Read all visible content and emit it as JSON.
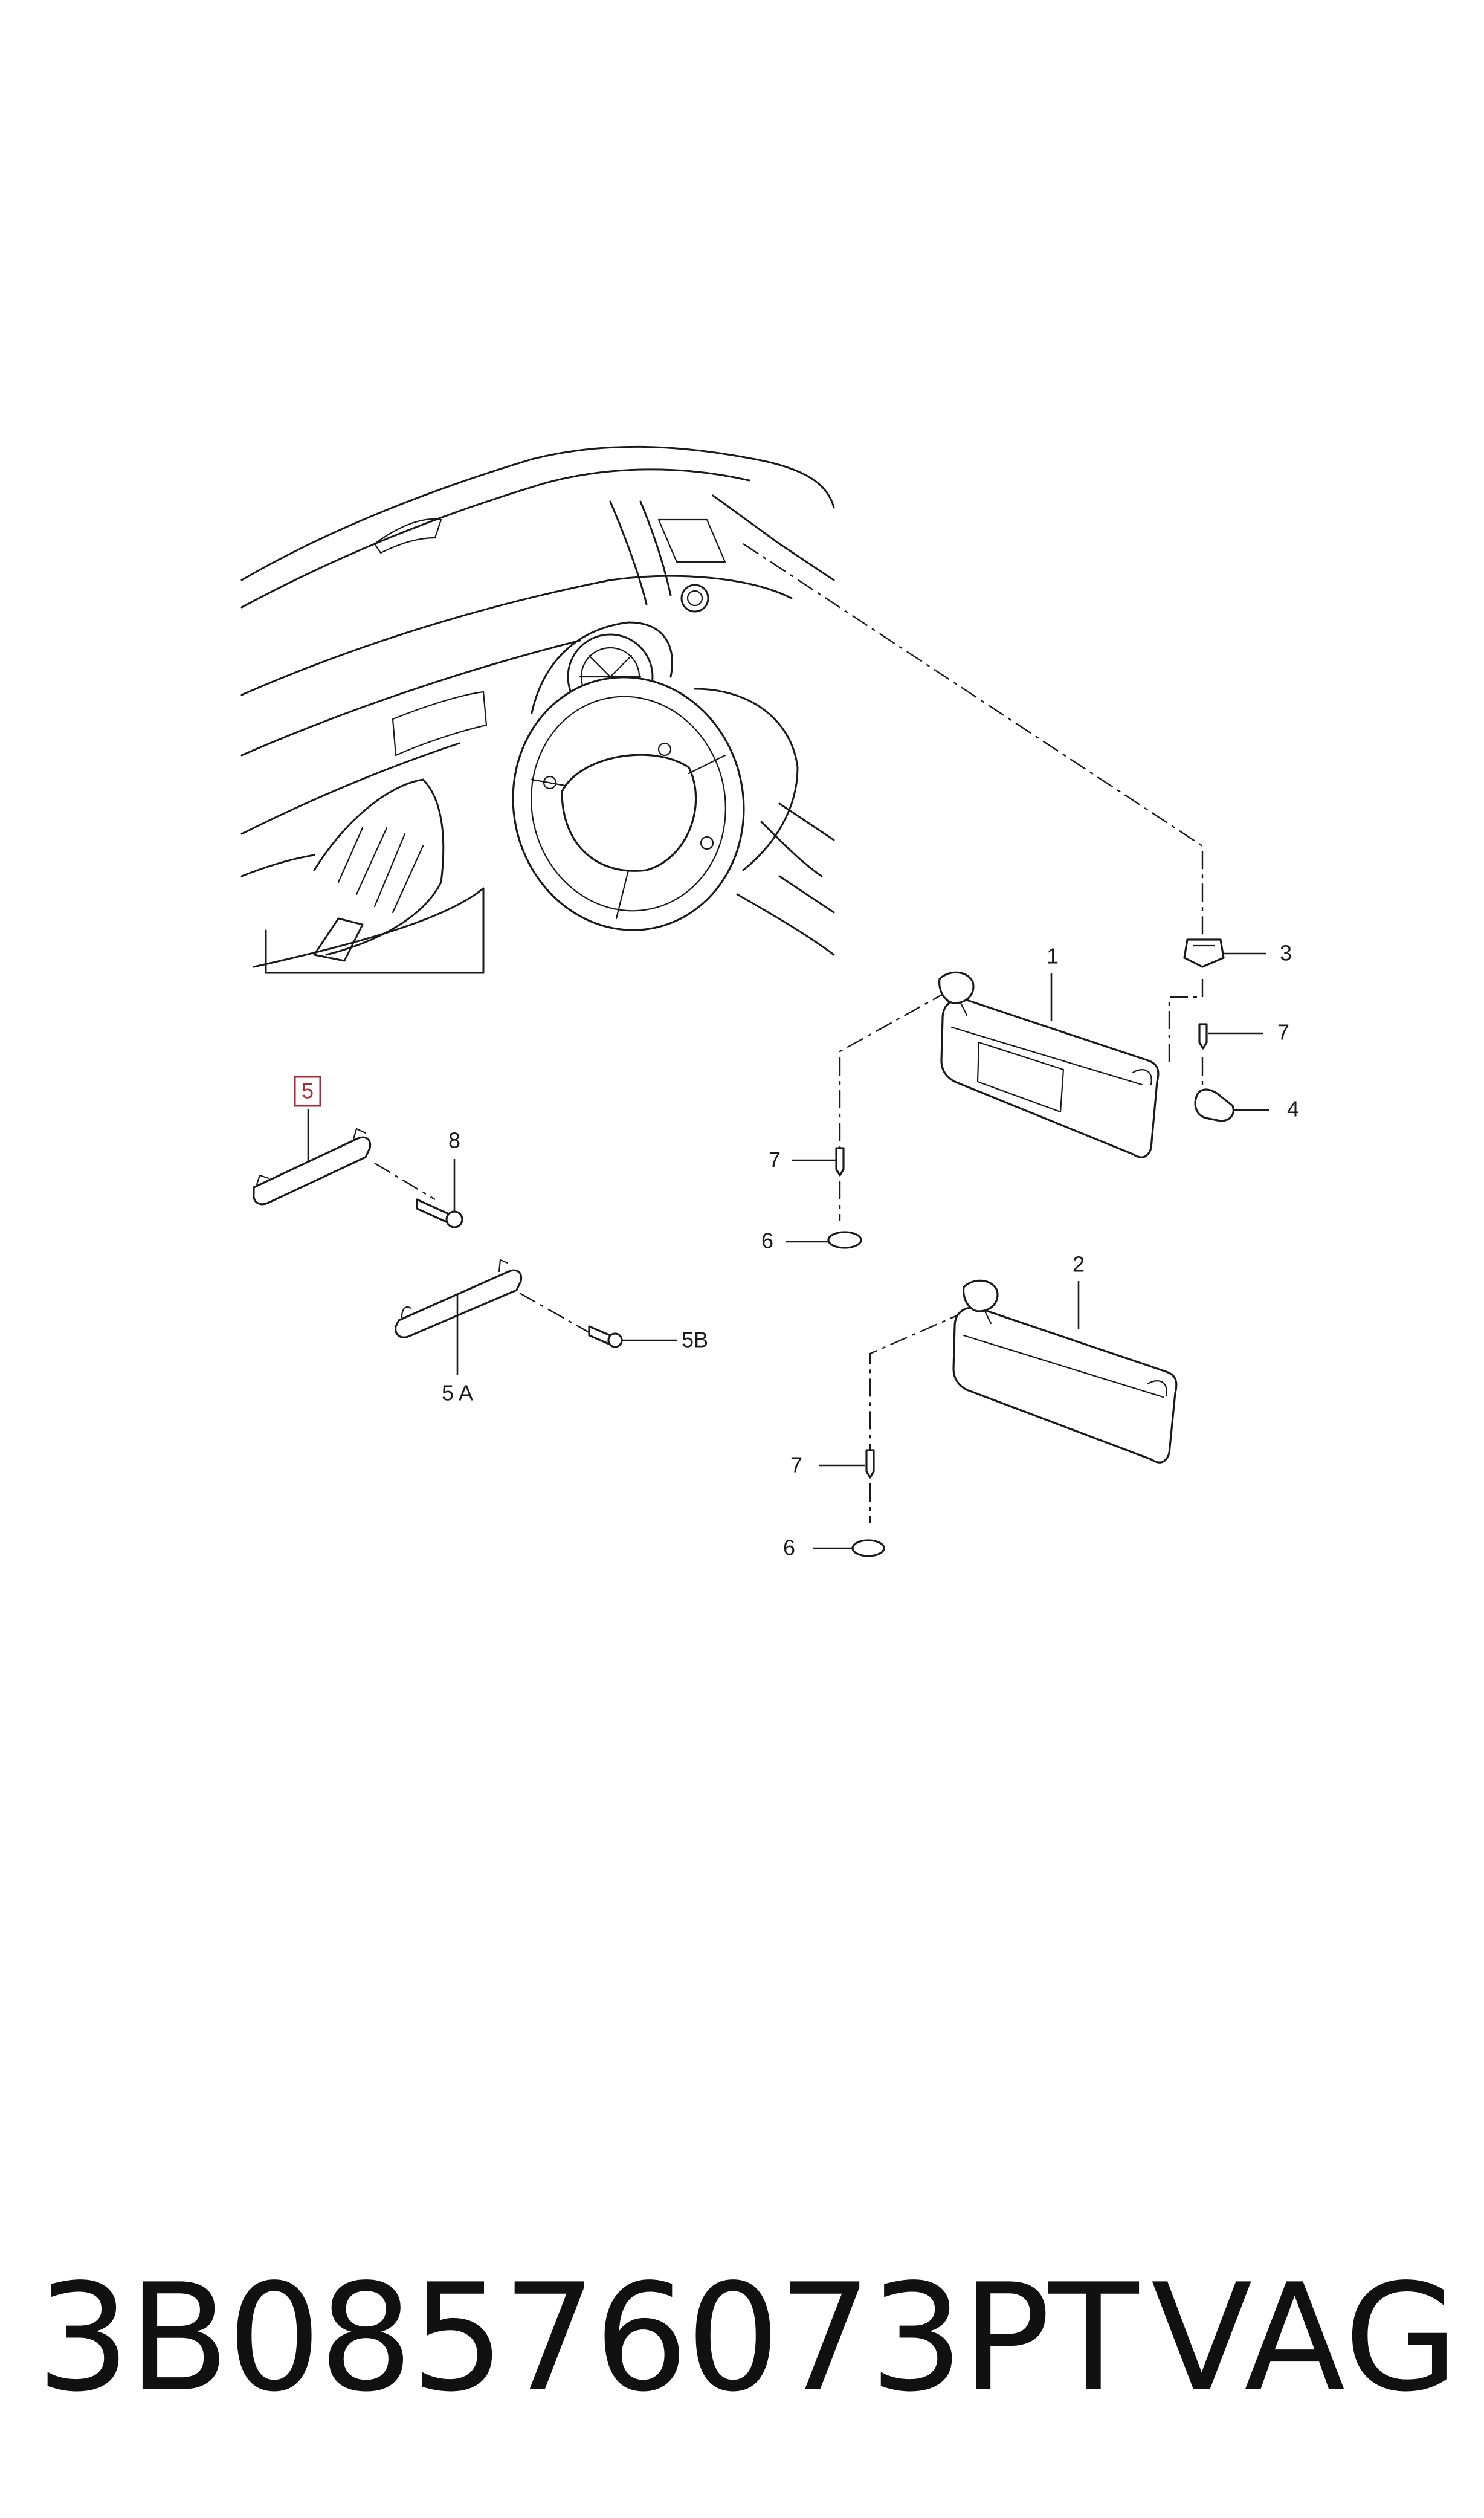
{
  "diagram": {
    "callouts": {
      "c1": "1",
      "c2": "2",
      "c3": "3",
      "c4": "4",
      "c5": "5",
      "c5a": "5 A",
      "c5b": "5B",
      "c6a": "6",
      "c6b": "6",
      "c7a": "7",
      "c7b": "7",
      "c7c": "7",
      "c8": "8"
    },
    "highlight_color": "#b5262e",
    "highlighted_callout": "5"
  },
  "footer": {
    "part_number": "3B08576073PT",
    "brand": "VAG"
  }
}
